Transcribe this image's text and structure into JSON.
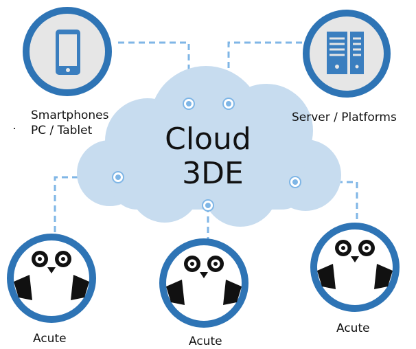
{
  "cloud": {
    "line1": "Cloud",
    "line2": "3DE"
  },
  "nodes": {
    "devices_label_1": "Smartphones",
    "devices_label_2": "PC / Tablet",
    "server_label": "Server / Platforms",
    "acute_left": "Acute",
    "acute_center": "Acute",
    "acute_right": "Acute"
  },
  "colors": {
    "ring": "#2e74b5",
    "inner": "#e6e6e6",
    "icon": "#3a7ebf",
    "cloud": "#c7dcef",
    "dashed_line": "#7fb6e6"
  },
  "icons": {
    "devices": "smartphone-icon",
    "server": "server-icon",
    "robot": "owl-robot-icon"
  }
}
